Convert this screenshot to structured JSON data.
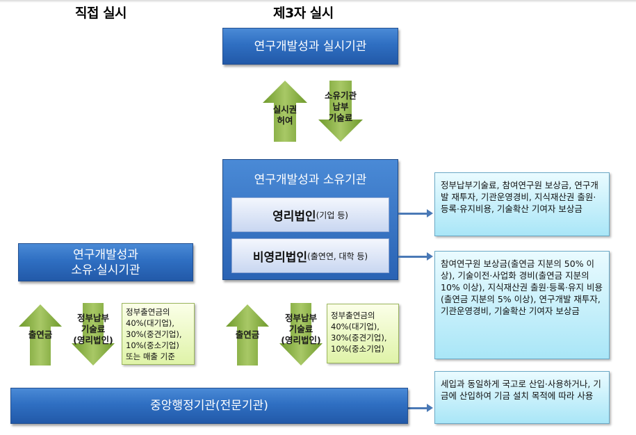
{
  "headers": {
    "direct": "직접 실시",
    "third_party": "제3자 실시"
  },
  "boxes": {
    "implementer": "연구개발성과 실시기관",
    "owner_title": "연구개발성과 소유기관",
    "for_profit": "영리법인",
    "for_profit_sub": "(기업 등)",
    "non_profit": "비영리법인",
    "non_profit_sub": "(출연연, 대학 등)",
    "owner_implementer_line1": "연구개발성과",
    "owner_implementer_line2": "소유·실시기관",
    "central_agency": "중앙행정기관(전문기관)"
  },
  "arrows": {
    "license_grant": [
      "실시권",
      "허여"
    ],
    "owner_fee": [
      "소유기관",
      "납부",
      "기술료"
    ],
    "left_contribution": "출연금",
    "left_gov_fee": [
      "정부납부",
      "기술료",
      "(영리법인)"
    ],
    "mid_contribution": "출연금",
    "mid_gov_fee": [
      "정부납부",
      "기술료",
      "(영리법인)"
    ]
  },
  "green_notes": {
    "left": [
      "정부출연금의",
      "40%(대기업),",
      "30%(중견기업),",
      "10%(중소기업)",
      "또는 매출 기준"
    ],
    "middle": [
      "정부출연금의",
      "40%(대기업),",
      "30%(중견기업),",
      "10%(중소기업)"
    ]
  },
  "notes": {
    "for_profit_usage": "정부납부기술료, 참여연구원 보상금, 연구개발 재투자, 기관운영경비, 지식재산권 출원·등록·유지비용, 기술확산 기여자 보상금",
    "non_profit_usage": "참여연구원 보상금(출연금 지분의 50% 이상), 기술이전·사업화 경비(출연금 지분의 10% 이상), 지식재산권 출원·등록·유지 비용(출연금 지분의 5% 이상), 연구개발 재투자, 기관운영경비, 기술확산 기여자 보상금",
    "central_usage": "세입과 동일하게 국고로 산입·사용하거나, 기금에 산입하여 기금 설치 목적에 따라 사용"
  },
  "colors": {
    "blue_box": "#2f6fc2",
    "green_arrow": "#7fa73a",
    "note_cyan": "#bdeaf7",
    "note_green": "#e8f7c0",
    "connector": "#4a79b6"
  }
}
